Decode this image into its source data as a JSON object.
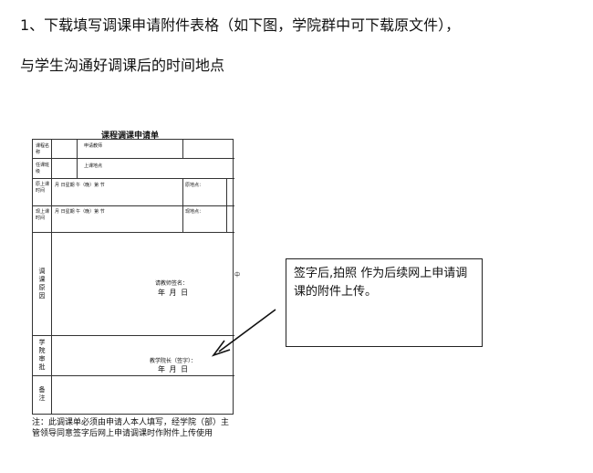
{
  "instructions": {
    "line1": "1、下载填写调课申请附件表格（如下图，学院群中可下载原文件），",
    "line2": "与学生沟通好调课后的时间地点"
  },
  "form": {
    "title": "课程调课申请单",
    "course_name_label": "课程名称",
    "applicant_teacher_label": "申请教师",
    "class_label": "任课班级",
    "class_location_label": "上课地点",
    "original_time_label": "原上课时间",
    "original_time_value": "月  日星期  午（晚）第  节",
    "original_location_label": "原地点：",
    "new_time_label": "现上课时间",
    "new_time_value": "月  日星期  午（晚）第  节",
    "new_location_label": "现地点：",
    "reason_label": "调课原因",
    "teacher_signature_label": "请教师签名：",
    "date_text": "年 月 日",
    "college_approval_label": "学院审批",
    "dean_signature_label": "教学院长（签字）：",
    "remarks_label": "备注",
    "stray_mark": "中"
  },
  "note": "注：此调课单必须由申请人本人填写，经学院（部）主管领导同意签字后网上申请调课时作附件上传使用",
  "callout": {
    "text": "签字后,拍照 作为后续网上申请调课的附件上传。"
  }
}
